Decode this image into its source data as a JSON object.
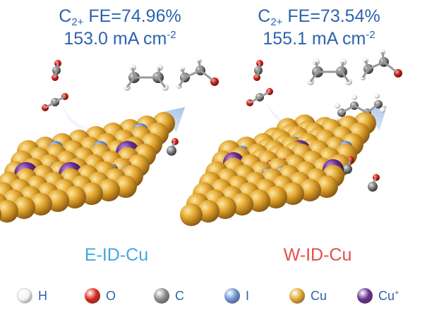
{
  "left_panel": {
    "fe_prefix": "C",
    "fe_sub": "2+",
    "fe_text": " FE=74.96%",
    "current_text": "153.0 mA cm",
    "current_exp": "-2",
    "sample_label": "E-ID-Cu",
    "sample_color": "#3ea8df"
  },
  "right_panel": {
    "fe_prefix": "C",
    "fe_sub": "2+",
    "fe_text": " FE=73.54%",
    "current_text": "155.1 mA cm",
    "current_exp": "-2",
    "sample_label": "W-ID-Cu",
    "sample_color": "#e0504a"
  },
  "colors": {
    "text_blue": "#2d63ad",
    "arrow": "#b9cfec",
    "H": "#f2f2f2",
    "O": "#d9261c",
    "C": "#8c8c8c",
    "I": "#6f93d6",
    "Cu": "#e3a72f",
    "CuPlus": "#6a2f93"
  },
  "legend": [
    {
      "label": "H",
      "sup": "",
      "color": "#f2f2f2"
    },
    {
      "label": "O",
      "sup": "",
      "color": "#d9261c"
    },
    {
      "label": "C",
      "sup": "",
      "color": "#8c8c8c"
    },
    {
      "label": "I",
      "sup": "",
      "color": "#6f93d6"
    },
    {
      "label": "Cu",
      "sup": "",
      "color": "#e3a72f"
    },
    {
      "label": "Cu",
      "sup": "+",
      "color": "#6a2f93"
    }
  ]
}
